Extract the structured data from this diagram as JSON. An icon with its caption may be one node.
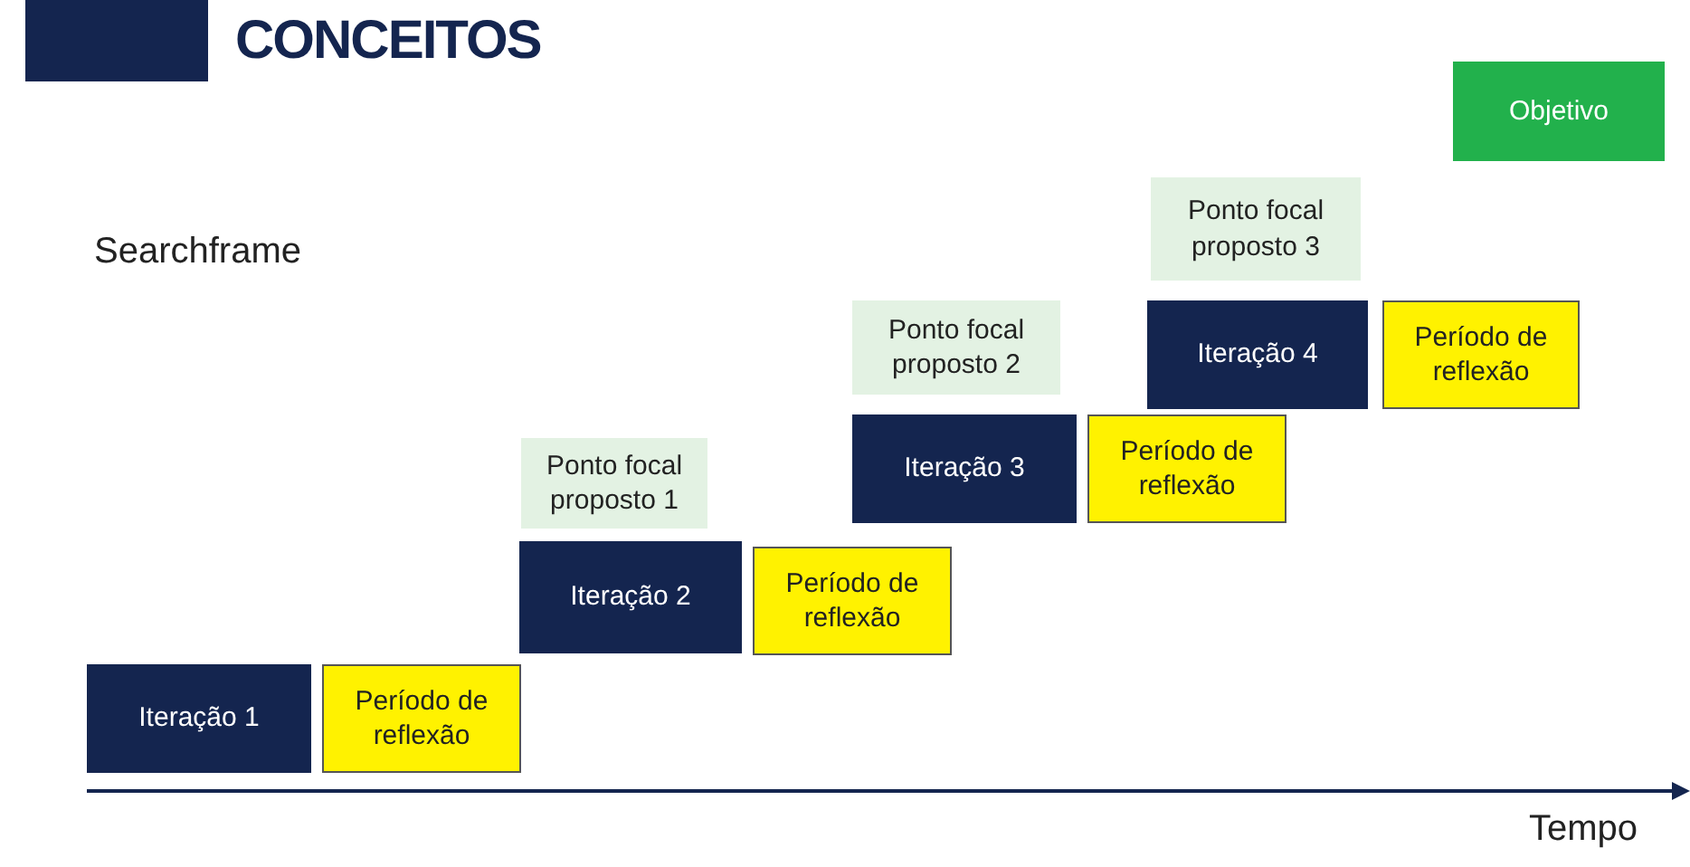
{
  "diagram": {
    "title": "CONCEITOS",
    "nodes": [
      {
        "text": [
          "Objetivo"
        ]
      },
      {
        "text": [
          "Iteração 1"
        ]
      },
      {
        "text": [
          "Período de reflexão"
        ]
      },
      {
        "text": [
          "Ponto focal proposto 1"
        ]
      },
      {
        "text": [
          "Iteração 2"
        ]
      },
      {
        "text": [
          "Período de reflexão"
        ]
      },
      {
        "text": [
          "Ponto focal proposto 2"
        ]
      },
      {
        "text": [
          "Iteração 3"
        ]
      },
      {
        "text": [
          "Período de reflexão"
        ]
      },
      {
        "text": [
          "Ponto focal proposto 3"
        ]
      },
      {
        "text": [
          "Iteração 4"
        ]
      },
      {
        "text": [
          "Período de reflexão"
        ]
      }
    ],
    "edges": [],
    "labels": [
      "Searchframe",
      "Tempo"
    ]
  }
}
